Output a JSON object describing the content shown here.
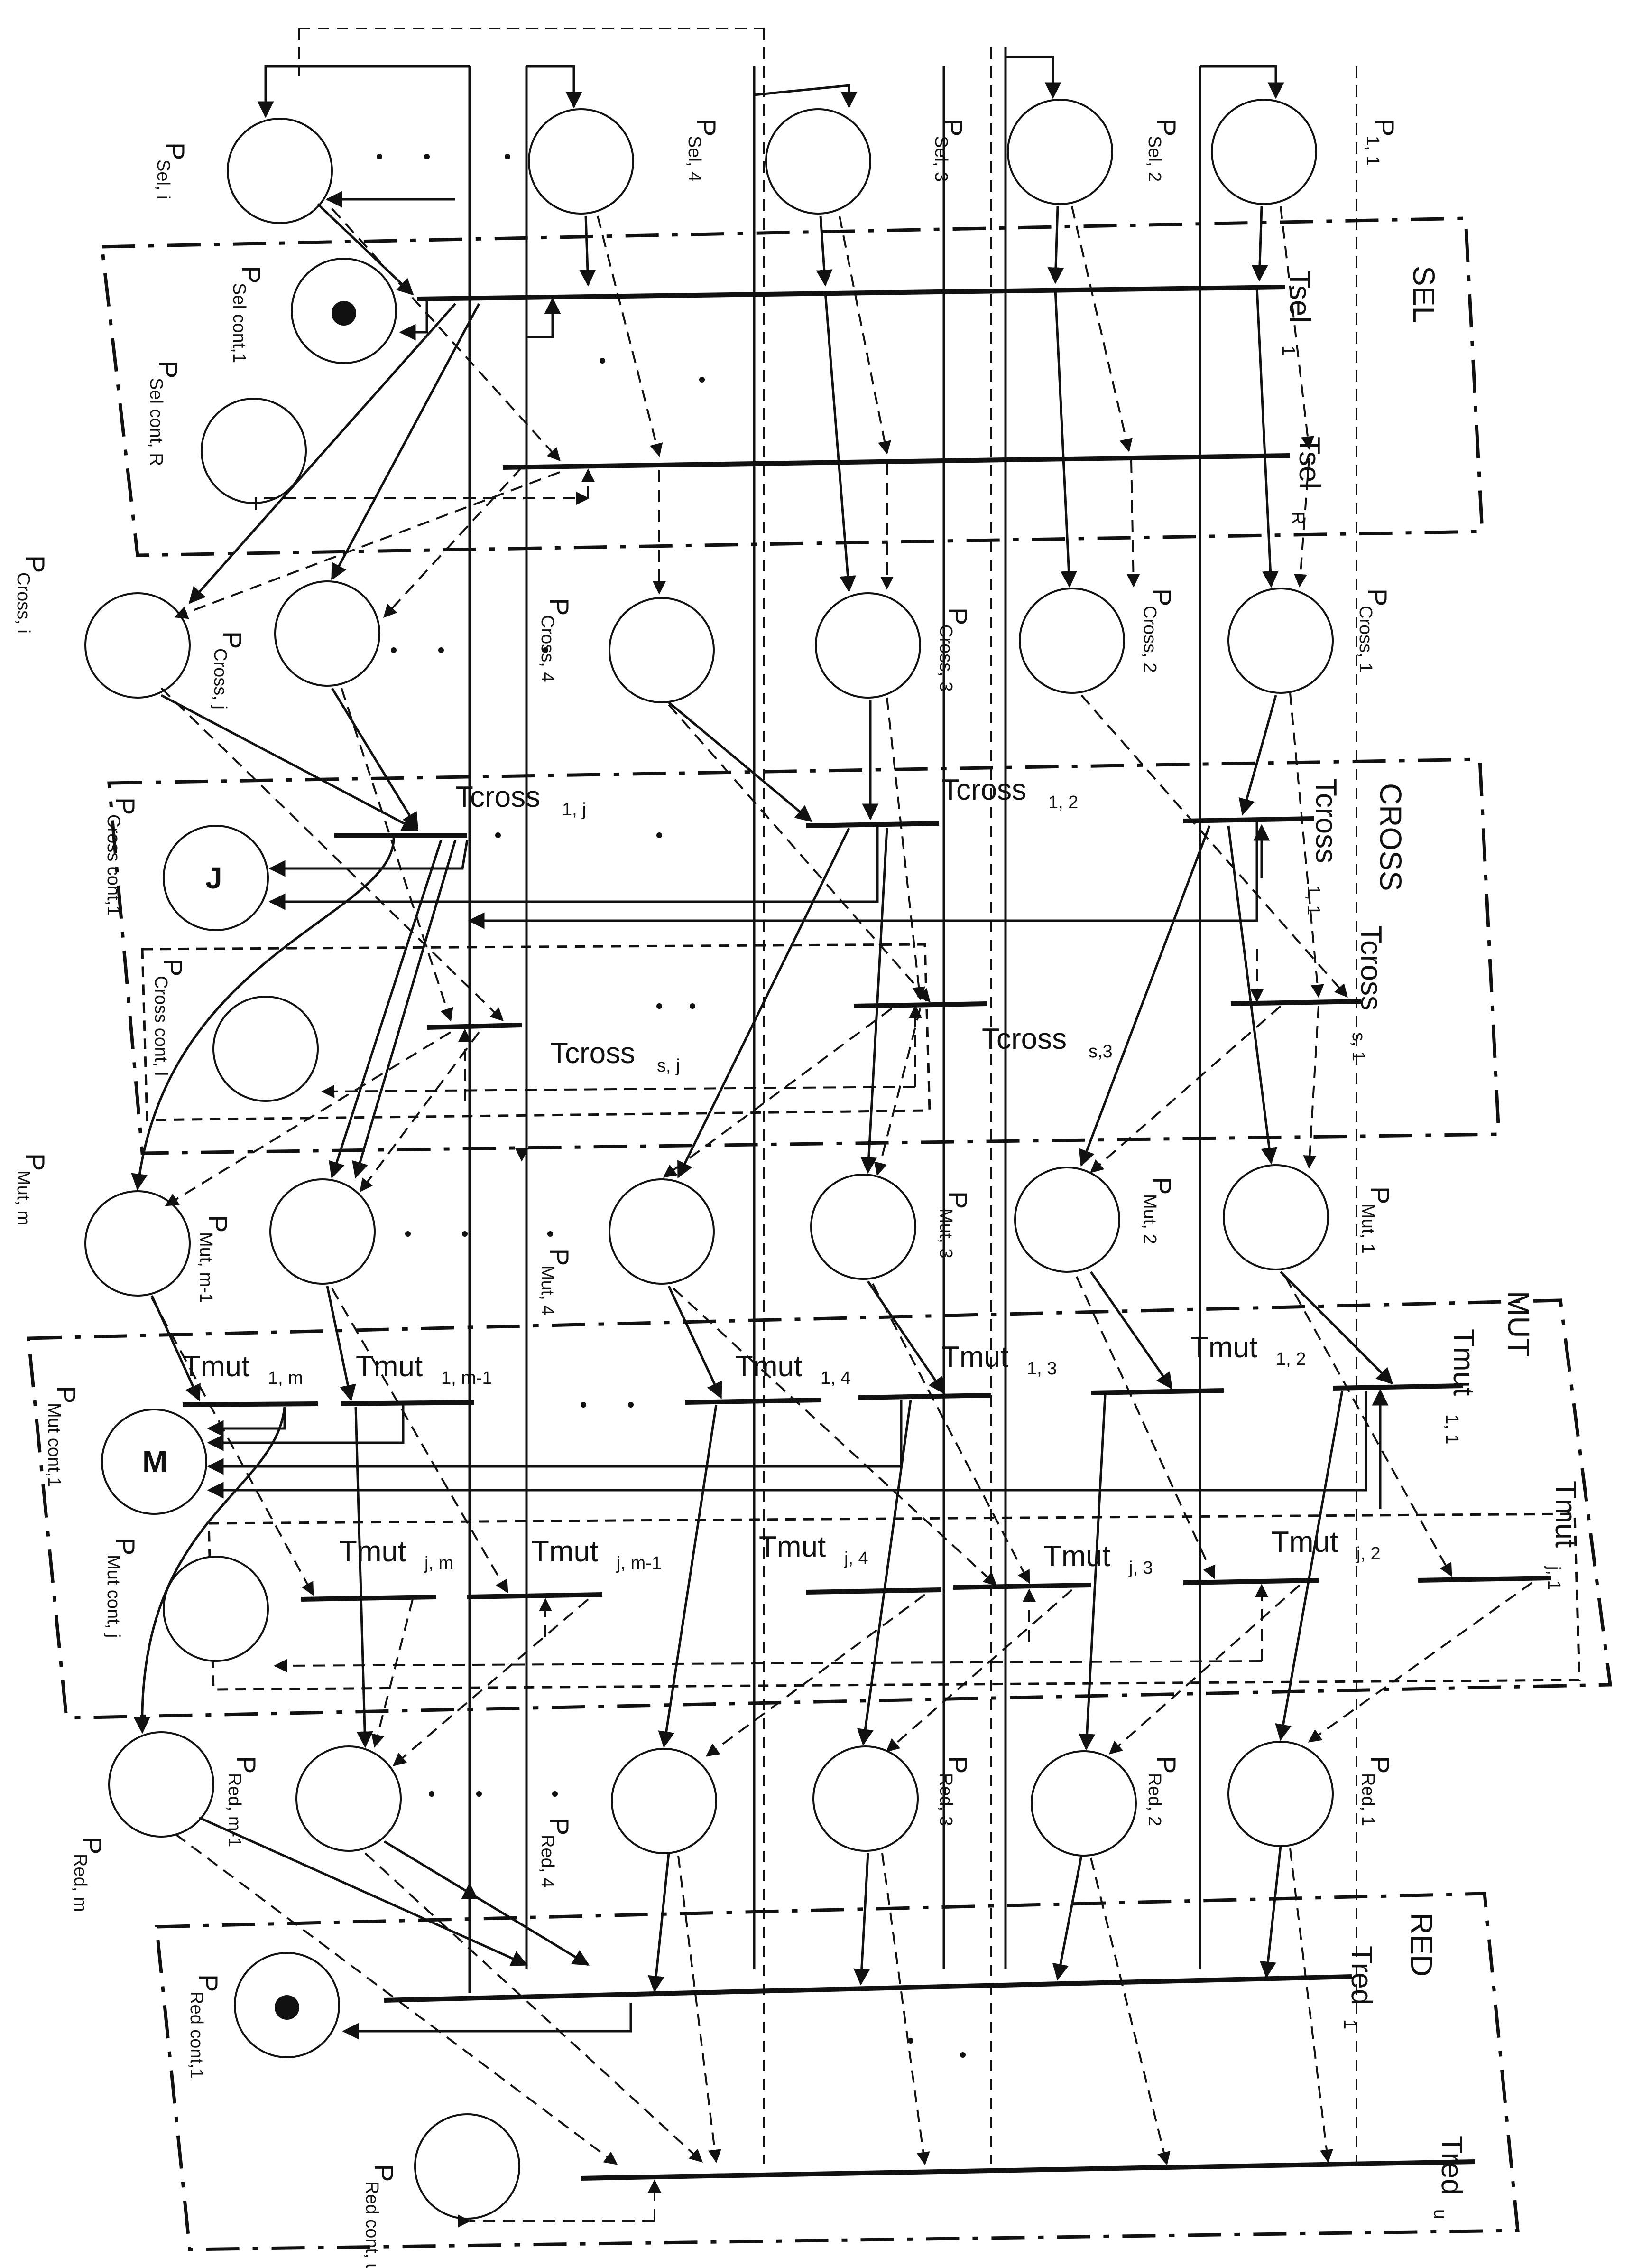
{
  "regions": {
    "sel": "SEL",
    "cross": "CROSS",
    "mut": "MUT",
    "red": "RED"
  },
  "places": {
    "sel_i": {
      "main": "P",
      "sub": "Sel, i"
    },
    "sel_4": {
      "main": "P",
      "sub": "Sel, 4"
    },
    "sel_3": {
      "main": "P",
      "sub": "Sel, 3"
    },
    "sel_2": {
      "main": "P",
      "sub": "Sel, 2"
    },
    "sel_1": {
      "main": "P",
      "sub": "1, 1"
    },
    "sel_cont_1": {
      "main": "P",
      "sub": "Sel cont,1"
    },
    "sel_cont_r": {
      "main": "P",
      "sub": "Sel cont, R"
    },
    "cross_i": {
      "main": "P",
      "sub": "Cross, i"
    },
    "cross_j": {
      "main": "P",
      "sub": "Cross, j"
    },
    "cross_4": {
      "main": "P",
      "sub": "Cross, 4"
    },
    "cross_3": {
      "main": "P",
      "sub": "Cross, 3"
    },
    "cross_2": {
      "main": "P",
      "sub": "Cross, 2"
    },
    "cross_1": {
      "main": "P",
      "sub": "Cross, 1"
    },
    "cross_cont_1": {
      "main": "P",
      "sub": "Cross cont,1",
      "token": "J"
    },
    "cross_cont_l": {
      "main": "P",
      "sub": "Cross cont, l"
    },
    "mut_m": {
      "main": "P",
      "sub": "Mut, m"
    },
    "mut_m1": {
      "main": "P",
      "sub": "Mut, m-1"
    },
    "mut_4": {
      "main": "P",
      "sub": "Mut, 4"
    },
    "mut_3": {
      "main": "P",
      "sub": "Mut, 3"
    },
    "mut_2": {
      "main": "P",
      "sub": "Mut, 2"
    },
    "mut_1": {
      "main": "P",
      "sub": "Mut, 1"
    },
    "mut_cont_1": {
      "main": "P",
      "sub": "Mut cont,1",
      "token": "M"
    },
    "mut_cont_j": {
      "main": "P",
      "sub": "Mut cont, j"
    },
    "red_m": {
      "main": "P",
      "sub": "Red, m"
    },
    "red_m1": {
      "main": "P",
      "sub": "Red, m-1"
    },
    "red_4": {
      "main": "P",
      "sub": "Red, 4"
    },
    "red_3": {
      "main": "P",
      "sub": "Red, 3"
    },
    "red_2": {
      "main": "P",
      "sub": "Red, 2"
    },
    "red_1": {
      "main": "P",
      "sub": "Red, 1"
    },
    "red_cont_1": {
      "main": "P",
      "sub": "Red cont,1"
    },
    "red_cont_u": {
      "main": "P",
      "sub": "Red cont, u"
    }
  },
  "transitions": {
    "tsel_1": {
      "main": "Tsel",
      "sub": "1"
    },
    "tsel_r": {
      "main": "Tsel",
      "sub": "R"
    },
    "tcross_1j": {
      "main": "Tcross",
      "sub": "1, j"
    },
    "tcross_12": {
      "main": "Tcross",
      "sub": "1, 2"
    },
    "tcross_11": {
      "main": "Tcross",
      "sub": "1, 1"
    },
    "tcross_sj": {
      "main": "Tcross",
      "sub": "s, j"
    },
    "tcross_s3": {
      "main": "Tcross",
      "sub": "s,3"
    },
    "tcross_s1": {
      "main": "Tcross",
      "sub": "s, 1"
    },
    "tmut_1m": {
      "main": "Tmut",
      "sub": "1, m"
    },
    "tmut_1m1": {
      "main": "Tmut",
      "sub": "1, m-1"
    },
    "tmut_14": {
      "main": "Tmut",
      "sub": "1, 4"
    },
    "tmut_13": {
      "main": "Tmut",
      "sub": "1, 3"
    },
    "tmut_12": {
      "main": "Tmut",
      "sub": "1, 2"
    },
    "tmut_11": {
      "main": "Tmut",
      "sub": "1, 1"
    },
    "tmut_jm": {
      "main": "Tmut",
      "sub": "j, m"
    },
    "tmut_jm1": {
      "main": "Tmut",
      "sub": "j, m-1"
    },
    "tmut_j4": {
      "main": "Tmut",
      "sub": "j, 4"
    },
    "tmut_j3": {
      "main": "Tmut",
      "sub": "j, 3"
    },
    "tmut_j2": {
      "main": "Tmut",
      "sub": "j, 2"
    },
    "tmut_j1": {
      "main": "Tmut",
      "sub": "j, 1"
    },
    "tred_1": {
      "main": "Tred",
      "sub": "1"
    },
    "tred_u": {
      "main": "Tred",
      "sub": "u"
    }
  },
  "ellipsis": "."
}
